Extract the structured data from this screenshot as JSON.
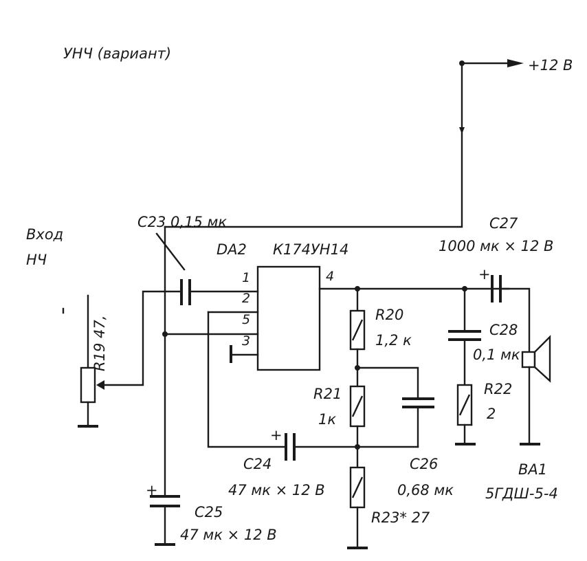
{
  "title": "УНЧ (вариант)",
  "supply_label": "+12 В",
  "input_label_line1": "Вход",
  "input_label_line2": "НЧ",
  "ic": {
    "ref": "DA2",
    "part": "К174УН14",
    "pins": [
      "1",
      "2",
      "5",
      "3",
      "4"
    ]
  },
  "components": {
    "c23": "С23 0,15 мк",
    "c27_ref": "С27",
    "c27_val": "1000 мк × 12 В",
    "r20_ref": "R20",
    "r20_val": "1,2 к",
    "c28_ref": "С28",
    "c28_val": "0,1 мк",
    "r19": "R19 47,",
    "r21_ref": "R21",
    "r21_val": "1к",
    "r22_ref": "R22",
    "r22_val": "2",
    "c24_ref": "С24",
    "c24_val": "47 мк × 12 В",
    "c26_ref": "С26",
    "c26_val": "0,68 мк",
    "ba1_ref": "ВА1",
    "ba1_val": "5ГДШ-5-4",
    "c25_ref": "С25",
    "c25_val": "47 мк × 12 В",
    "r23": "R23* 27"
  },
  "plus_sign": "+"
}
